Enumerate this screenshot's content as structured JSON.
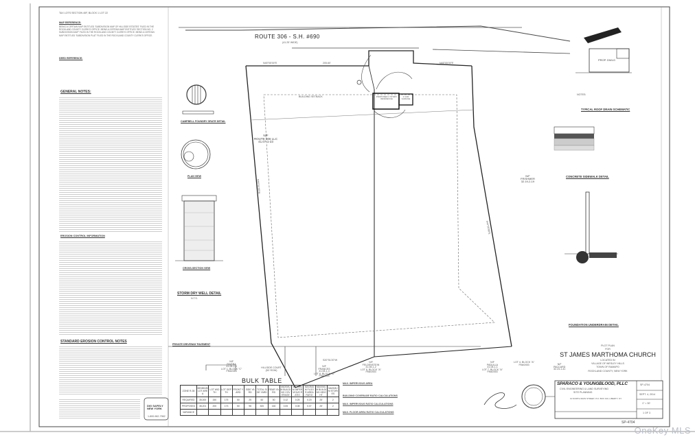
{
  "sheet": {
    "tax_lots": "TAX LOTS SECTION 40F, BLOCK 1 LOT 22",
    "map_reference_title": "MAP REFERENCE:",
    "map_reference_text": "BEING A CERTAIN MAP ENTITLED 'SUBDIVISION MAP OF HILLSIDE ESTATES' FILED IN THE ROCKLAND COUNTY CLERK'S OFFICE. BEING A CERTAIN MAP ENTITLED 'SECTION NO. 2 SUBDIVISION MAP' FILED IN THE ROCKLAND COUNTY CLERK'S OFFICE. BEING A CERTAIN MAP ENTITLED 'SUBDIVISION PLAT' FILED IN THE ROCKLAND COUNTY CLERK'S OFFICE.",
    "deed_reference_title": "DEED REFERENCE:",
    "general_notes_title": "GENERAL NOTES:",
    "erosion_title": "EROSION CONTROL INFORMATION",
    "standard_erosion_title": "STANDARD EROSION CONTROL NOTES",
    "dig_safely": {
      "line1": "DIG",
      "line2": "SAFELY",
      "line3": "NEW YORK",
      "phone": "1-800-962-7962"
    }
  },
  "plan": {
    "route_label": "ROUTE 306 - S.H. #690",
    "route_width": "(41.25' WIDE)",
    "adjacent_owner_left": {
      "line1": "N/F",
      "line2": "ROUTE 306 LLC",
      "line3": "41.07-1-23"
    },
    "adjacent_owner_right": {
      "line1": "N/F",
      "line2": "FRISHMER",
      "line3": "32.19-2-19"
    },
    "proposed_residence": "PROPOSED 2 STORY RESIDENCE",
    "garage": "2 CAR GARAGE",
    "building_setback": "BUILDING SETBACK",
    "bearing_top_left": "N45°05'00\"E",
    "bearing_top_right": "N45°05'00\"E",
    "distance_top": "205.60'",
    "bearing_left": "N44°55'00\"W",
    "bearing_right": "S44°55'00\"E",
    "bearing_bottom": "S20°51'20\"W",
    "lot_left": {
      "line1": "N/F",
      "line2": "RIVERA",
      "line3": "41.08-1-4",
      "line4": "LOT 1, BLOCK \"C\"",
      "line5": "FM#2453"
    },
    "lot_center": {
      "line1": "N/F",
      "line2": "FRANCES",
      "line3": "41.08-1-3",
      "line4": "LOT 8, BLOCK \"A\"",
      "line5": "FM#2453"
    },
    "lot_center_right": {
      "line1": "N/F",
      "line2": "FELDENSTEIN",
      "line3": "41.08-1-2",
      "line4": "LOT 6, BLOCK \"A\"",
      "line5": "FM#2453"
    },
    "lot_right": {
      "line1": "N/F",
      "line2": "PADULLA",
      "line3": "41.08-1-1",
      "line4": "LOT 7, BLOCK \"A\"",
      "line5": "FM#2453"
    },
    "lot_far_right": {
      "line1": "LOT 4, BLOCK \"A\"",
      "line2": "FM#2453"
    },
    "lot_paccard": {
      "line1": "N/F",
      "line2": "PACCARD",
      "line3": "32.23-1-41"
    },
    "hillside_court": "HILLSIDE COURT (50' ROW)"
  },
  "details": {
    "campbell_grate": "CAMPBELL FOUNDRY GRATE DETAIL",
    "plan_view": "PLAN VIEW",
    "cross_section": "CROSS-SECTION VIEW",
    "storm_dry_well": "STORM DRY WELL DETAIL",
    "private_driveway": "PRIVATE DRIVEWAY PAVEMENT",
    "prop_dwlg": "PROP. DWLG",
    "roof_drain": "TYPICAL ROOF DRAIN SCHEMATIC",
    "sidewalk": "CONCRETE SIDEWALK DETAIL",
    "foundation": "FOUNDATION UNDERDRAIN DETAIL",
    "nts": "N.T.S.",
    "notes_label": "NOTES:"
  },
  "bulk_table": {
    "title": "BULK TABLE",
    "headers": [
      "ZONE R-35",
      "MINIMUM LOT AREA",
      "LOT WIDTH",
      "LOT DEPTH",
      "FRONT YARD",
      "SIDE YARD",
      "TOTAL SIDE YARD",
      "REAR YARD",
      "MAXIMUM BUILDING COVERAGE",
      "MAXIMUM IMPERVIOUS RATIO",
      "MAXIMUM FLOOR AREA RATIO",
      "MAXIMUM BUILDING HEIGHT",
      "MAXIMUM STORIES"
    ],
    "rows": [
      {
        "label": "REQUIRED",
        "cells": [
          "35,000",
          "150",
          "175",
          "50",
          "25",
          "60",
          "50",
          "0.12",
          "0.25",
          "0.20",
          "25'",
          "2"
        ]
      },
      {
        "label": "PROPOSED",
        "cells": [
          "38,201",
          "200",
          "173",
          "50",
          "98",
          "300",
          "160",
          "0.05",
          "0.08",
          "0.07",
          "25'",
          "2"
        ]
      },
      {
        "label": "VARIANCE",
        "cells": [
          "",
          "",
          "",
          "",
          "",
          "",
          "",
          "",
          "",
          "",
          "",
          ""
        ]
      }
    ]
  },
  "calculations": {
    "impervious": "MAX. IMPERVIOUS AREA",
    "building_coverage": "BUILDING COVERAGE RATIO CALCULATIONS",
    "impervious_ratio": "MAX. IMPERVIOUS RATIO CALCULATIONS",
    "floor_area": "MAX. FLOOR AREA RATIO CALCULATIONS"
  },
  "title_block": {
    "plot_plan": "PLOT PLAN",
    "for": "FOR",
    "project": "ST JAMES MARTHOMA CHURCH",
    "located_in": "LOCATED IN",
    "village": "VILLAGE OF WESLEY HILLS",
    "town": "TOWN OF RAMAPO",
    "county": "ROCKLAND COUNTY, NEW YORK",
    "firm": "SPARACO & YOUNGBLOOD, PLLC",
    "firm_services1": "CIVIL ENGINEERING & LAND SURVEYING",
    "firm_services2": "SITE PLANNING",
    "firm_address": "10 NORTH MAIN STREET, P.O. BOX 310, LIBERTY, NY",
    "job_no": "SP-4704",
    "date": "SEPT. 4, 2014",
    "scale": "1\" = 30'",
    "sheet": "1 OF 3",
    "drawing_no": "SP-4704"
  },
  "watermark": "OneKey MLS"
}
